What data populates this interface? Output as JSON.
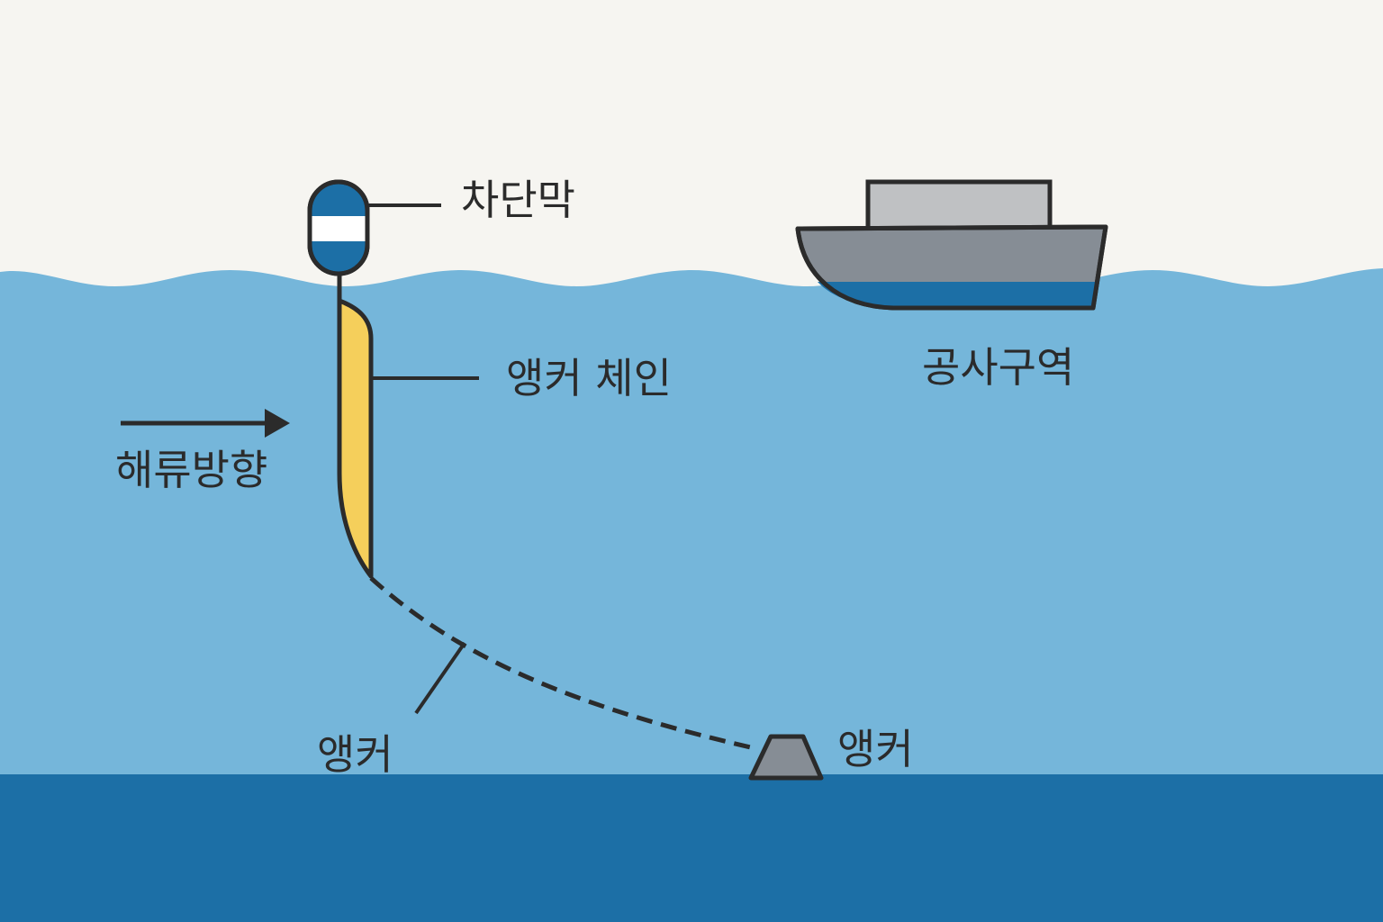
{
  "labels": {
    "barrier": "차단막",
    "anchor_chain": "앵커 체인",
    "construction_zone": "공사구역",
    "current_direction": "해류방향",
    "anchor_line": "앵커",
    "anchor_block": "앵커"
  },
  "colors": {
    "sky": "#f6f5f1",
    "water": "#75b6da",
    "seabed": "#1c6fa6",
    "outline": "#2b2b2b",
    "barrier_skirt": "#f5cf5b",
    "buoy_blue": "#1c6fa6",
    "ship_hull": "#868d95",
    "ship_cabin": "#bfc1c3",
    "anchor": "#868d95"
  },
  "icons": {
    "current_arrow": "arrow-right-icon"
  }
}
